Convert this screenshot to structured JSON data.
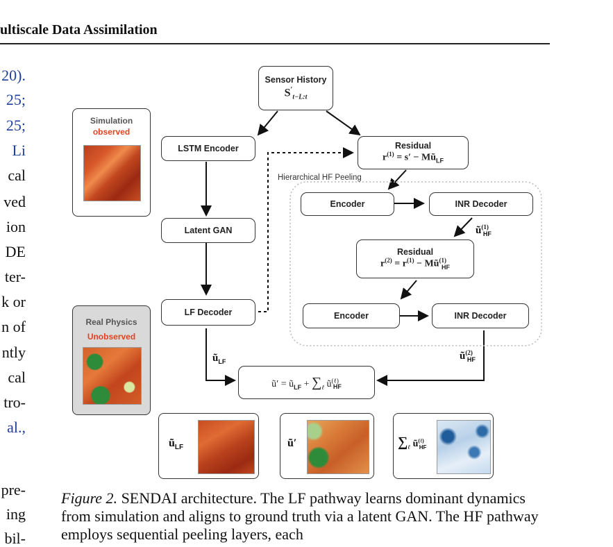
{
  "header": {
    "running_title": "ultiscale Data Assimilation"
  },
  "left_column": {
    "lines": [
      "20).",
      "25;",
      "25;",
      "Li",
      "cal",
      "ved",
      "ion",
      "DE",
      "ter-",
      "k or",
      "n of",
      "ntly",
      "cal",
      "tro-",
      "al.,",
      "",
      "",
      "pre-",
      "ing",
      "bil-"
    ]
  },
  "diagram": {
    "sensor_title": "Sensor History",
    "sensor_math": "S′t−L:t",
    "lstm": "LSTM Encoder",
    "latent_gan": "Latent GAN",
    "lf_decoder": "LF Decoder",
    "residual1_title": "Residual",
    "residual1_math": "r(1) = s′ − Mũ_LF",
    "peeling_label": "Hierarchical HF Peeling",
    "encoder1": "Encoder",
    "inr1": "INR Decoder",
    "u_hf1": "ũ(1)HF",
    "residual2_title": "Residual",
    "residual2_math": "r(2) = r(1) − Mũ(1)HF",
    "encoder2": "Encoder",
    "inr2": "INR Decoder",
    "u_hf2": "ũ(2)HF",
    "u_lf": "ũ LF",
    "sum_formula": "ũ′ = ũ_LF + Σℓ ũ(ℓ)HF",
    "simulation_title": "Simulation",
    "simulation_sub": "observed",
    "real_title": "Real Physics",
    "real_sub": "Unobserved",
    "out1_label": "ũ LF",
    "out2_label": "ũ′",
    "out3_label": "Σℓ ũ(ℓ)HF"
  },
  "caption": {
    "fig_label": "Figure 2.",
    "text": " SENDAI architecture. The LF pathway learns dominant dynamics from simulation and aligns to ground truth via a latent GAN. The HF pathway employs sequential peeling layers, each"
  },
  "colors": {
    "observed_red": "#e0431f",
    "heat_dark": "#8b1d0e",
    "heat_light": "#f2a35a",
    "green": "#2e8b3a",
    "blue": "#1f5c9b",
    "gray_card": "#d9d9d9"
  }
}
